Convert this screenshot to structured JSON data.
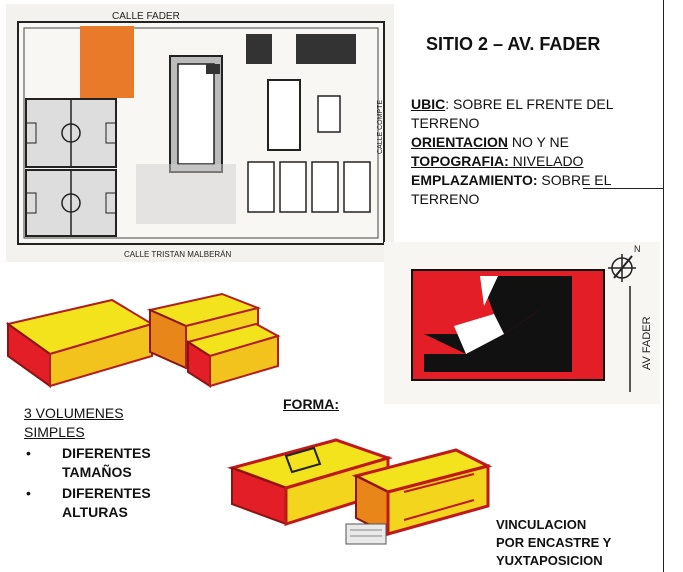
{
  "title": "SITIO 2 – AV. FADER",
  "info": {
    "ubic_label": "UBIC",
    "ubic_line1": ": SOBRE EL FRENTE DEL",
    "ubic_line2": "TERRENO",
    "orient_label": "ORIENTACION",
    "orient_value": " NO Y  NE",
    "topo_label": "TOPOGRAFIA:",
    "topo_value": " NIVELADO",
    "empl_label": "EMPLAZAMIENTO:",
    "empl_line1": " SOBRE EL",
    "empl_line2": "TERRENO"
  },
  "site_plan": {
    "top_street": "CALLE FADER",
    "bottom_street": "CALLE TRISTAN MALBERÁN",
    "right_street": "CALLE COMPTE"
  },
  "orientation_diagram": {
    "side_label": "AV FADER",
    "north_label": "N"
  },
  "forma_label": "FORMA:",
  "volumes": {
    "heading_line1": "3 VOLUMENES",
    "heading_line2": "SIMPLES",
    "bullet1_line1": "DIFERENTES",
    "bullet1_line2": "TAMAÑOS",
    "bullet2_line1": "DIFERENTES",
    "bullet2_line2": "ALTURAS"
  },
  "vinculacion": {
    "line1": "VINCULACION",
    "line2": "POR ENCASTRE Y",
    "line3": "YUXTAPOSICION"
  },
  "colors": {
    "orange": "#e87a2a",
    "red": "#e41e26",
    "yellow": "#f2e31c",
    "black": "#111111"
  }
}
